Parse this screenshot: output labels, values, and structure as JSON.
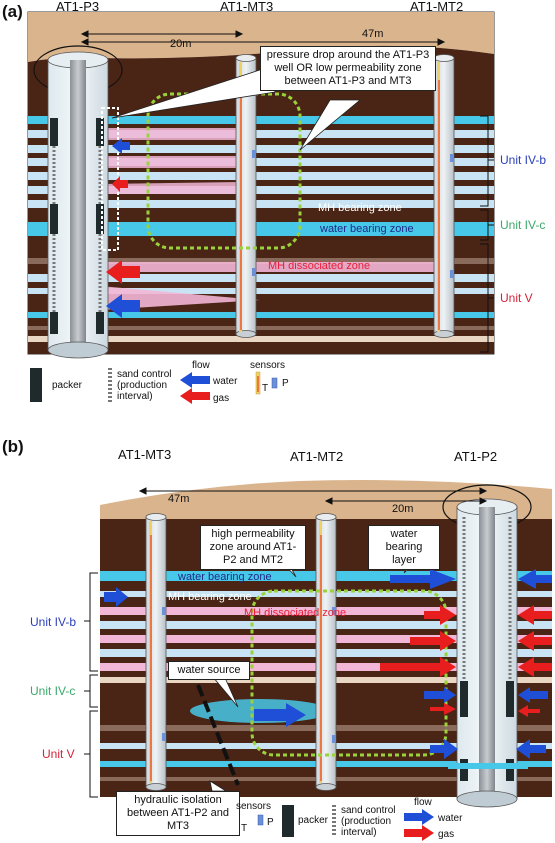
{
  "panel_a": {
    "label": "(a)",
    "wells": [
      "AT1-P3",
      "AT1-MT3",
      "AT1-MT2"
    ],
    "distances": [
      "20m",
      "47m"
    ],
    "callout": "pressure drop around the AT1-P3 well OR low permeability zone between AT1-P3 and MT3",
    "zones": {
      "mh_bearing": "MH bearing zone",
      "water_bearing": "water bearing zone",
      "mh_dissociated": "MH dissociated zone"
    },
    "units": {
      "iv_b": "Unit IV-b",
      "iv_c": "Unit IV-c",
      "v": "Unit V"
    },
    "legend": {
      "packer": "packer",
      "sand_control": "sand control (production interval)",
      "flow": "flow",
      "water": "water",
      "gas": "gas",
      "sensors": "sensors",
      "t": "T",
      "p": "P"
    }
  },
  "panel_b": {
    "label": "(b)",
    "wells": [
      "AT1-MT3",
      "AT1-MT2",
      "AT1-P2"
    ],
    "distances": [
      "47m",
      "20m"
    ],
    "callout_perm": "high permeability zone around AT1-P2 and MT2",
    "callout_water_layer": "water bearing layer",
    "callout_source": "water source",
    "callout_isolation": "hydraulic isolation between AT1-P2 and MT3",
    "zones": {
      "water_bearing": "water bearing zone",
      "mh_bearing": "MH bearing zone",
      "mh_dissociated": "MH dissociated zone"
    },
    "units": {
      "iv_b": "Unit IV-b",
      "iv_c": "Unit IV-c",
      "v": "Unit V"
    },
    "legend": {
      "sensors": "sensors",
      "t": "T",
      "p": "P",
      "packer": "packer",
      "sand_control": "sand control (production interval)",
      "flow": "flow",
      "water": "water",
      "gas": "gas"
    }
  },
  "colors": {
    "soil": "#d9b48c",
    "dark": "#4a2414",
    "water": "#48c8e8",
    "pale": "#c8e4f4",
    "pink": "#f2b6d6",
    "blue_arrow": "#1f4fd6",
    "red_arrow": "#e81e1e",
    "green_dots": "#9ad23c",
    "unit_blue": "#2a3fb8",
    "unit_green": "#3aa86a",
    "unit_red": "#d6233a"
  }
}
